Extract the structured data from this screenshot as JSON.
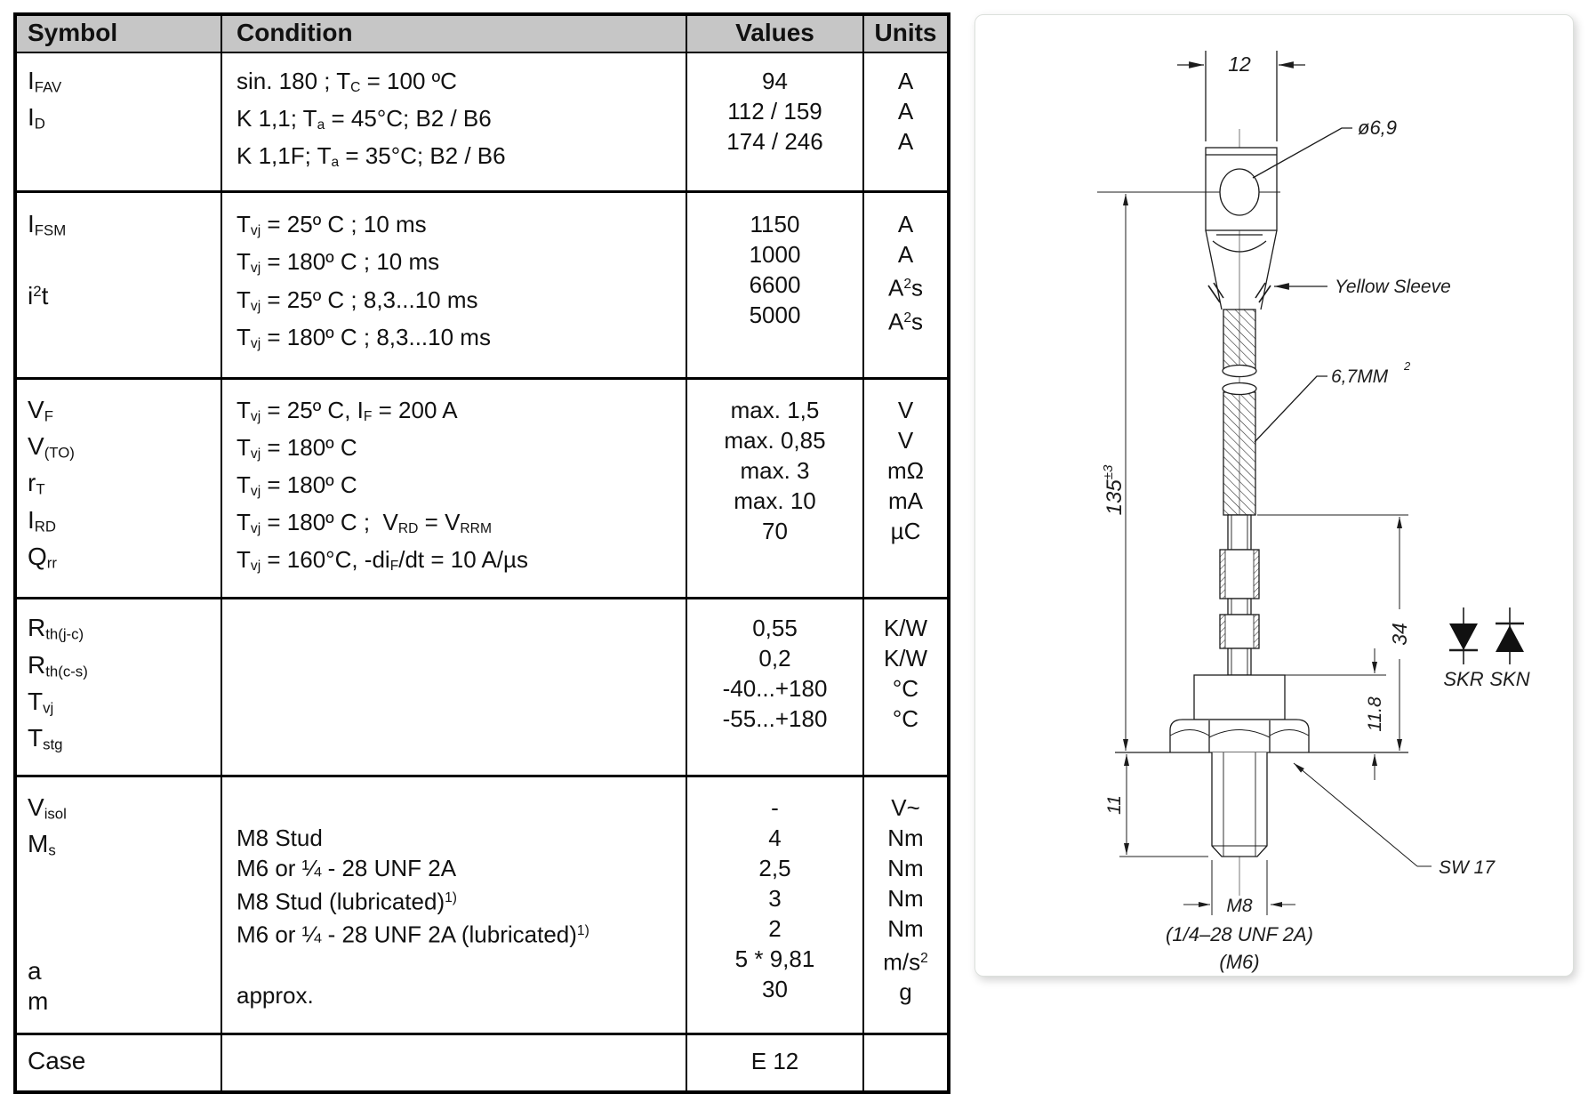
{
  "table": {
    "header_bg": "#c6c6c6",
    "ink": "#111111",
    "header": {
      "symbol": "Symbol",
      "condition": "Condition",
      "values": "Values",
      "units": "Units"
    },
    "groups": [
      {
        "sym": [
          "I<sub>FAV</sub>",
          "I<sub>D</sub>",
          ""
        ],
        "cond": [
          "sin. 180 ; T<sub>C</sub> = 100 ºC",
          "K 1,1; T<sub>a</sub> = 45°C; B2 / B6",
          "K 1,1F; T<sub>a</sub> = 35°C; B2 / B6"
        ],
        "val": [
          "94",
          "112 / 159",
          "174 / 246"
        ],
        "unit": [
          "A",
          "A",
          "A"
        ]
      },
      {
        "sym": [
          "I<sub>FSM</sub>",
          "",
          "i<sup>2</sup>t",
          ""
        ],
        "cond": [
          "T<sub>vj</sub> = 25º C ; 10 ms",
          "T<sub>vj</sub> = 180º C ; 10 ms",
          "T<sub>vj</sub> = 25º C ; 8,3...10 ms",
          "T<sub>vj</sub> = 180º C ; 8,3...10 ms"
        ],
        "val": [
          "1150",
          "1000",
          "6600",
          "5000"
        ],
        "unit": [
          "A",
          "A",
          "A<sup>2</sup>s",
          "A<sup>2</sup>s"
        ]
      },
      {
        "sym": [
          "V<sub>F</sub>",
          "V<sub>(TO)</sub>",
          "r<sub>T</sub>",
          "I<sub>RD</sub>",
          "Q<sub>rr</sub>"
        ],
        "cond": [
          "T<sub>vj</sub> = 25º C, I<sub>F</sub> = 200 A",
          "T<sub>vj</sub> = 180º C",
          "T<sub>vj</sub> = 180º C",
          "T<sub>vj</sub> = 180º C ; &nbsp;V<sub>RD</sub> = V<sub>RRM</sub>",
          "T<sub>vj</sub> = 160°C, -di<sub>F</sub>/dt = 10 A/µs"
        ],
        "val": [
          "max. 1,5",
          "max. 0,85",
          "max. 3",
          "max. 10",
          "70"
        ],
        "unit": [
          "V",
          "V",
          "mΩ",
          "mA",
          "µC"
        ]
      },
      {
        "sym": [
          "R<sub>th(j-c)</sub>",
          "R<sub>th(c-s)</sub>",
          "T<sub>vj</sub>",
          "T<sub>stg</sub>"
        ],
        "cond": [
          "",
          "",
          "",
          ""
        ],
        "val": [
          "0,55",
          "0,2",
          "-40...+180",
          "-55...+180"
        ],
        "unit": [
          "K/W",
          "K/W",
          "°C",
          "°C"
        ]
      },
      {
        "sym": [
          "V<sub>isol</sub>",
          "M<sub>s</sub>",
          "",
          "",
          "",
          "a",
          "m"
        ],
        "cond": [
          "",
          "M8 Stud",
          "M6 or ¼ - 28 UNF 2A",
          "M8 Stud (lubricated)<sup>1)</sup>",
          "M6 or ¼ - 28 UNF 2A (lubricated)<sup>1)</sup>",
          "",
          "approx."
        ],
        "val": [
          "-",
          "4",
          "2,5",
          "3",
          "2",
          "5 * 9,81",
          "30"
        ],
        "unit": [
          "V~",
          "Nm",
          "Nm",
          "Nm",
          "Nm",
          "m/s<sup>2</sup>",
          "g"
        ]
      },
      {
        "sym": [
          "Case"
        ],
        "cond": [
          ""
        ],
        "val": [
          "E 12"
        ],
        "unit": [
          ""
        ]
      }
    ]
  },
  "drawing": {
    "dim_width_top": "12",
    "hole_dia": "ø6,9",
    "sleeve_label": "Yellow Sleeve",
    "wire_area": "6,7MM",
    "wire_area_sup": "2",
    "overall_len": "135",
    "overall_tol": "±3",
    "stack_len": "34",
    "hex_height": "11.8",
    "stud_len": "11",
    "wrench": "SW 17",
    "thread_main": "M8",
    "thread_alt1": "(1/4–28 UNF 2A)",
    "thread_alt2": "(M6)",
    "symbol_left_label": "SKR",
    "symbol_right_label": "SKN"
  }
}
